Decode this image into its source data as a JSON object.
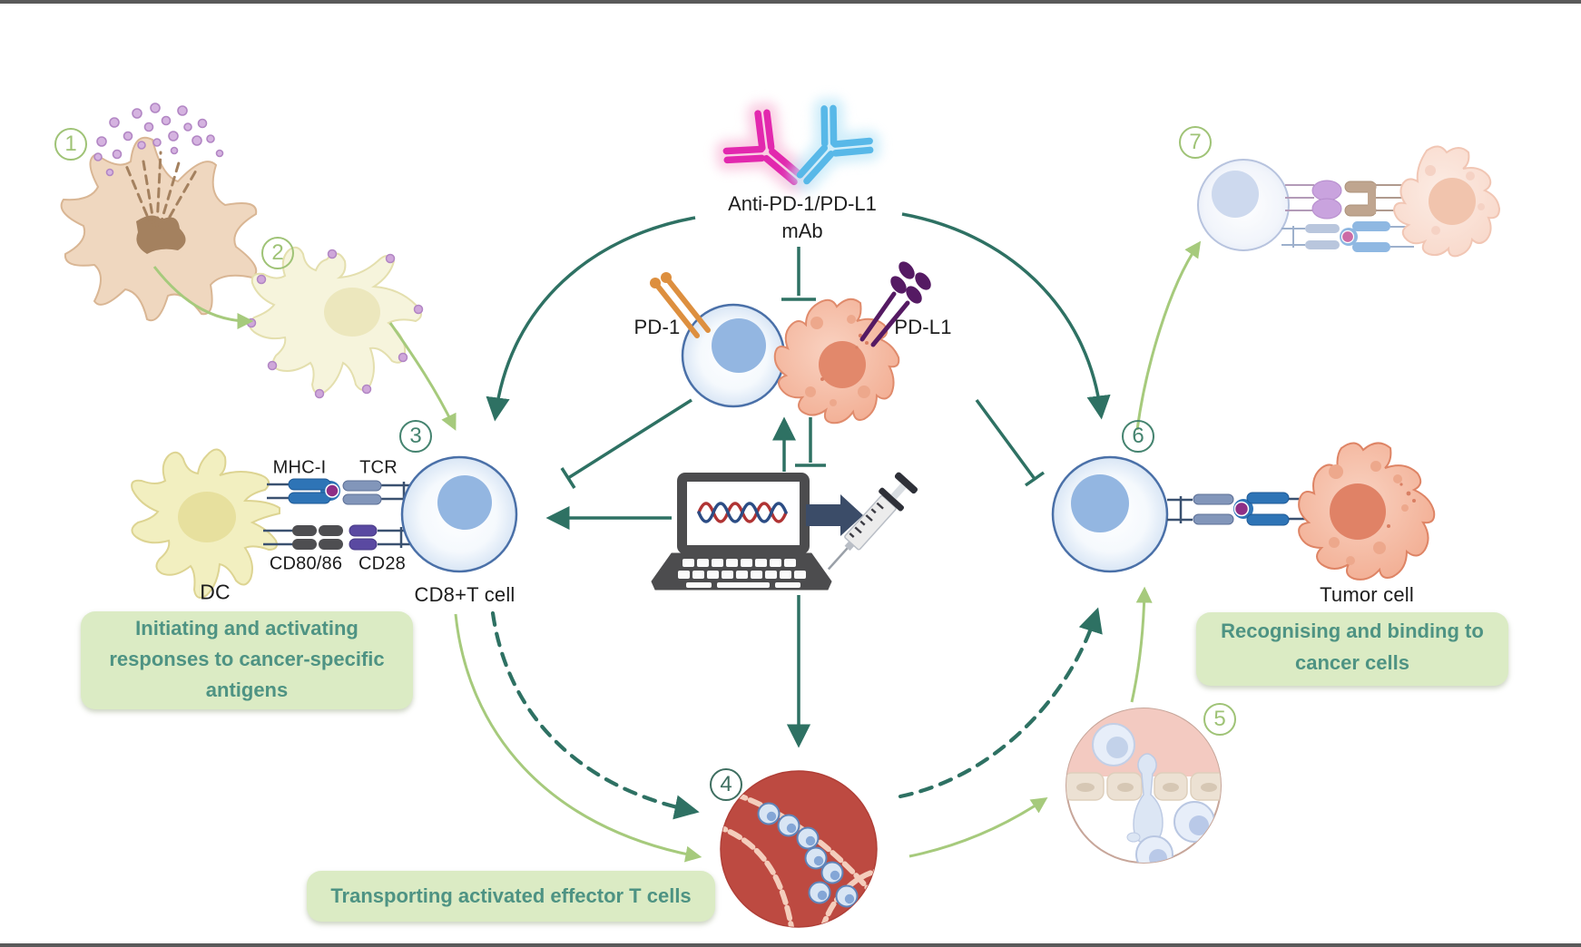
{
  "figure": {
    "title_hidden": "",
    "labels": {
      "anti_pd_line1": "Anti-PD-1/PD-L1",
      "anti_pd_line2": "mAb",
      "pd1": "PD-1",
      "pdl1": "PD-L1",
      "mhc1": "MHC-I",
      "tcr": "TCR",
      "cd8086": "CD80/86",
      "cd28": "CD28",
      "dc": "DC",
      "cd8_t_cell": "CD8+T cell",
      "tumor_cell": "Tumor cell"
    },
    "steps": [
      {
        "number": "1"
      },
      {
        "number": "2"
      },
      {
        "number": "3"
      },
      {
        "number": "4"
      },
      {
        "number": "5"
      },
      {
        "number": "6"
      },
      {
        "number": "7"
      }
    ],
    "callouts": {
      "initiating": {
        "line1": "Initiating and activating",
        "line2": "responses to cancer-specific",
        "line3": "antigens"
      },
      "transporting": {
        "line1": "Transporting activated effector T cells"
      },
      "recognising": {
        "line1": "Recognising and binding to",
        "line2": "cancer cells"
      }
    },
    "icons": {
      "laptop": "laptop-icon",
      "dna": "dna-helix-icon",
      "syringe": "syringe-icon",
      "transfer_arrow": "right-arrow-icon",
      "anti_pd1_antibody": "antibody-pink-icon",
      "anti_pdl1_antibody": "antibody-blue-icon",
      "inhibition": "t-bar-inhibition-icon",
      "activation": "arrow-icon"
    },
    "colors": {
      "arrow_dark": "#2e7163",
      "arrow_light": "#a6ca7c",
      "callout_bg": "#dbebc4",
      "callout_text": "#4e9383",
      "tcell_border": "#4a70a8",
      "tcell_nucleus": "#93b6e1",
      "tumor_fill": "#f4b19b",
      "tumor_border": "#e08b6c",
      "vessel_red": "#bd4a41",
      "pd1_orange": "#dd8f3f",
      "pdl1_purple": "#551a63",
      "mab_pink": "#e228ae",
      "mab_blue": "#58b8e8",
      "mhc_blue": "#2e74b6",
      "tcr_gray": "#8296ba",
      "cd80_dark": "#4e4e51",
      "cd28_purple": "#5a49a1",
      "antigen_magenta": "#8e2f86",
      "dc_yellow": "#f2efc0"
    }
  }
}
